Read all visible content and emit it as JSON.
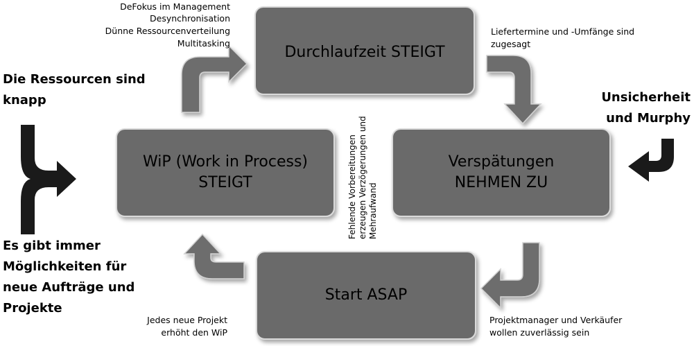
{
  "colors": {
    "box_fill": "#6b6b6b",
    "arrow_fill": "#6d6d6d",
    "text": "#000000",
    "dark_arrow": "#1a1a1a"
  },
  "boxes": {
    "top": "Durchlaufzeit STEIGT",
    "left_line1": "WiP (Work in Process)",
    "left_line2": "STEIGT",
    "right_line1": "Verspätungen",
    "right_line2": "NEHMEN ZU",
    "bottom": "Start ASAP"
  },
  "notes": {
    "top_left": [
      "DeFokus im Management",
      "Desynchronisation",
      "Dünne Ressourcenverteilung",
      "Multitasking"
    ],
    "top_right": [
      "Liefertermine und -Umfänge sind",
      "zugesagt"
    ],
    "bottom_left": [
      "Jedes neue Projekt",
      "erhöht den WiP"
    ],
    "bottom_right": [
      "Projektmanager und Verkäufer",
      "wollen zuverlässig sein"
    ],
    "center_vertical": [
      "Fehlende Vorbereitungen",
      "erzeugen Verzögerungen und",
      "Mehraufwand"
    ]
  },
  "labels": {
    "resources": [
      "Die Ressourcen sind",
      "knapp"
    ],
    "uncertainty": [
      "Unsicherheit",
      "und Murphy"
    ],
    "opportunities": [
      "Es gibt immer",
      "Möglichkeiten für",
      "neue Aufträge und",
      "Projekte"
    ]
  }
}
